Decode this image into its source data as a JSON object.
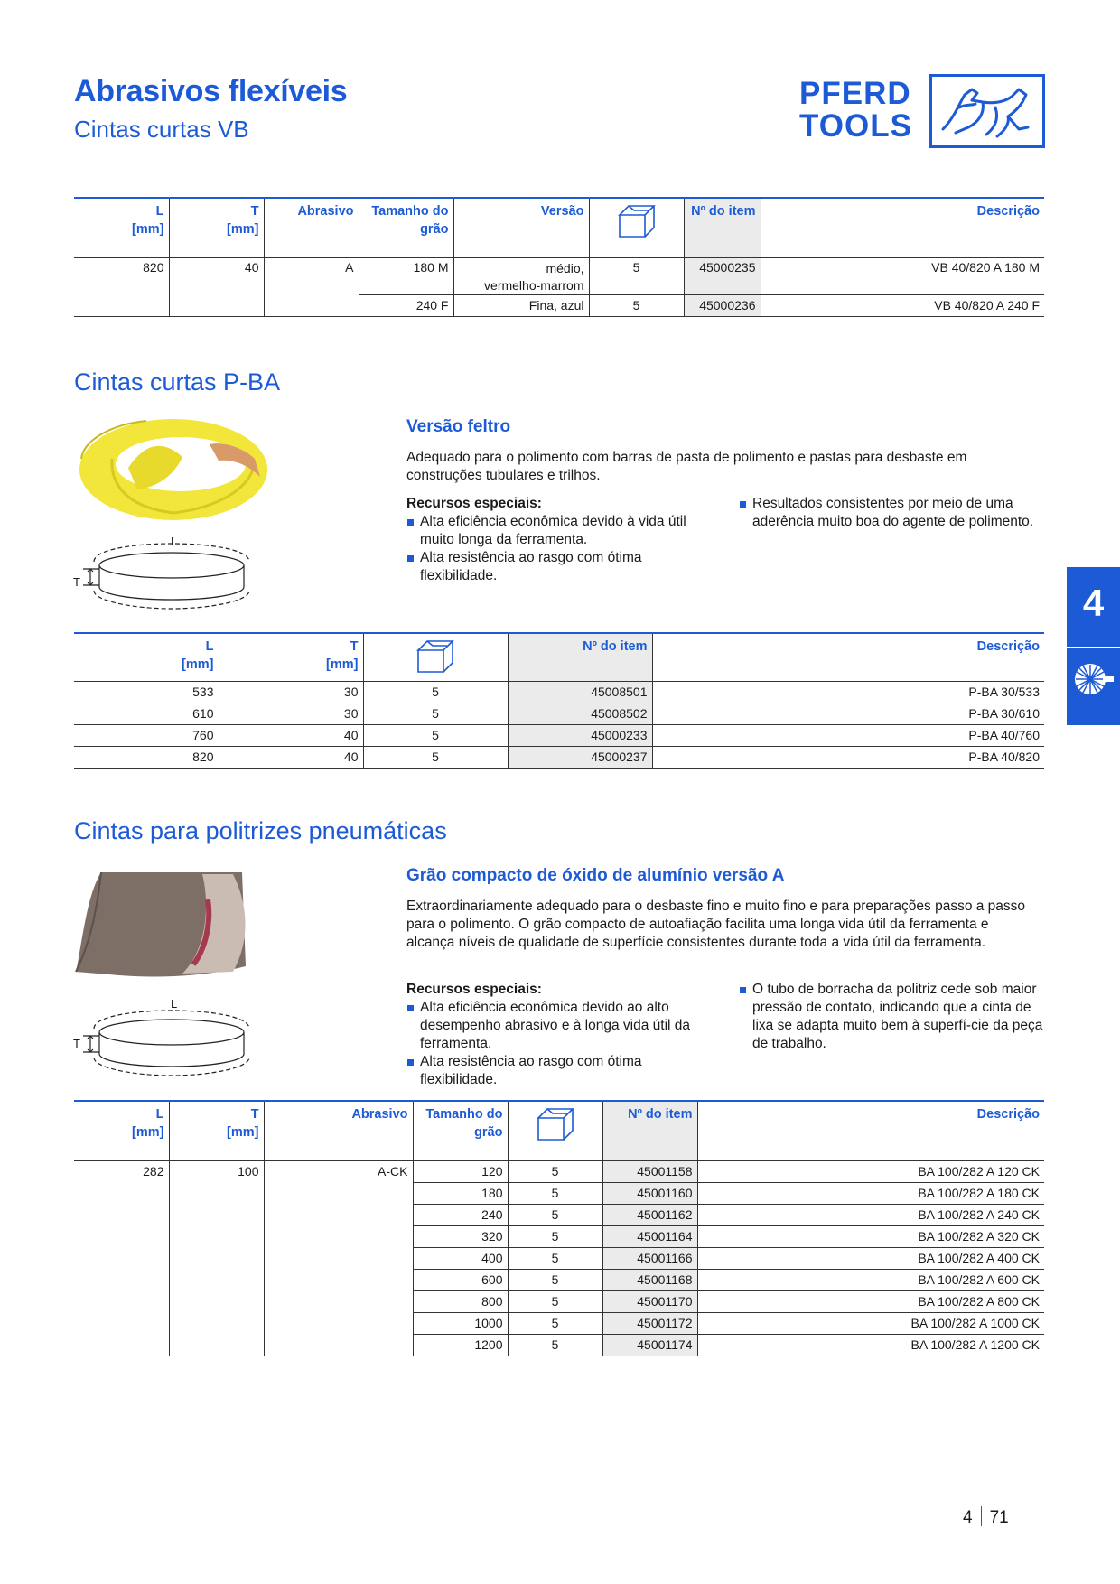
{
  "header": {
    "title": "Abrasivos flexíveis",
    "subtitle": "Cintas curtas VB",
    "logo_line1": "PFERD",
    "logo_line2": "TOOLS"
  },
  "side_tab": {
    "chapter": "4"
  },
  "vb_table": {
    "headers": {
      "l": "L",
      "l_unit": "[mm]",
      "t": "T",
      "t_unit": "[mm]",
      "abrasive": "Abrasivo",
      "grain1": "Tamanho do",
      "grain2": "grão",
      "version": "Versão",
      "item": "Nº do item",
      "desc": "Descrição"
    },
    "rows": [
      {
        "l": "820",
        "t": "40",
        "abrasive": "A",
        "grain": "180 M",
        "version1": "médio,",
        "version2": "vermelho-marrom",
        "qty": "5",
        "item": "45000235",
        "desc": "VB 40/820 A 180 M"
      },
      {
        "grain": "240 F",
        "version1": "Fina, azul",
        "qty": "5",
        "item": "45000236",
        "desc": "VB 40/820 A 240 F"
      }
    ]
  },
  "pba": {
    "title": "Cintas curtas P-BA",
    "subheading": "Versão feltro",
    "paragraph": "Adequado para o polimento com barras de pasta de polimento e pastas para desbaste em construções tubulares e trilhos.",
    "features_head": "Recursos especiais:",
    "features": [
      "Alta eficiência econômica devido à vida útil muito longa da ferramenta.",
      "Alta resistência ao rasgo com ótima flexibilidade.",
      "Resultados consistentes por meio de uma aderência muito boa do agente de polimento."
    ],
    "dim_l": "L",
    "dim_t": "T",
    "table": {
      "headers": {
        "l": "L",
        "l_unit": "[mm]",
        "t": "T",
        "t_unit": "[mm]",
        "item": "Nº do item",
        "desc": "Descrição"
      },
      "rows": [
        {
          "l": "533",
          "t": "30",
          "qty": "5",
          "item": "45008501",
          "desc": "P-BA 30/533"
        },
        {
          "l": "610",
          "t": "30",
          "qty": "5",
          "item": "45008502",
          "desc": "P-BA 30/610"
        },
        {
          "l": "760",
          "t": "40",
          "qty": "5",
          "item": "45000233",
          "desc": "P-BA 40/760"
        },
        {
          "l": "820",
          "t": "40",
          "qty": "5",
          "item": "45000237",
          "desc": "P-BA 40/820"
        }
      ]
    }
  },
  "ba": {
    "title": "Cintas para politrizes pneumáticas",
    "subheading": "Grão compacto de óxido de alumínio versão A",
    "paragraph": "Extraordinariamente adequado para o desbaste fino e muito fino e para preparações passo a passo para o polimento. O grão compacto de autoafiação facilita uma longa vida útil da ferramenta e alcança níveis de qualidade de superfície consistentes durante toda a vida útil da ferramenta.",
    "features_head": "Recursos especiais:",
    "features": [
      "Alta eficiência econômica devido ao alto desempenho abrasivo e à longa vida útil da ferramenta.",
      "Alta resistência ao rasgo com ótima flexibilidade.",
      "O tubo de borracha da politriz cede sob maior pressão de contato, indicando que a cinta de lixa se adapta muito bem à superfí-cie da peça de trabalho."
    ],
    "dim_l": "L",
    "dim_t": "T",
    "table": {
      "headers": {
        "l": "L",
        "l_unit": "[mm]",
        "t": "T",
        "t_unit": "[mm]",
        "abrasive": "Abrasivo",
        "grain1": "Tamanho do",
        "grain2": "grão",
        "item": "Nº do item",
        "desc": "Descrição"
      },
      "fixed": {
        "l": "282",
        "t": "100",
        "abrasive": "A-CK"
      },
      "rows": [
        {
          "grain": "120",
          "qty": "5",
          "item": "45001158",
          "desc": "BA 100/282 A 120 CK"
        },
        {
          "grain": "180",
          "qty": "5",
          "item": "45001160",
          "desc": "BA 100/282 A 180 CK"
        },
        {
          "grain": "240",
          "qty": "5",
          "item": "45001162",
          "desc": "BA 100/282 A 240 CK"
        },
        {
          "grain": "320",
          "qty": "5",
          "item": "45001164",
          "desc": "BA 100/282 A 320 CK"
        },
        {
          "grain": "400",
          "qty": "5",
          "item": "45001166",
          "desc": "BA 100/282 A 400 CK"
        },
        {
          "grain": "600",
          "qty": "5",
          "item": "45001168",
          "desc": "BA 100/282 A 600 CK"
        },
        {
          "grain": "800",
          "qty": "5",
          "item": "45001170",
          "desc": "BA 100/282 A 800 CK"
        },
        {
          "grain": "1000",
          "qty": "5",
          "item": "45001172",
          "desc": "BA 100/282 A 1000 CK"
        },
        {
          "grain": "1200",
          "qty": "5",
          "item": "45001174",
          "desc": "BA 100/282 A 1200 CK"
        }
      ]
    }
  },
  "footer": {
    "chapter": "4",
    "page": "71"
  }
}
